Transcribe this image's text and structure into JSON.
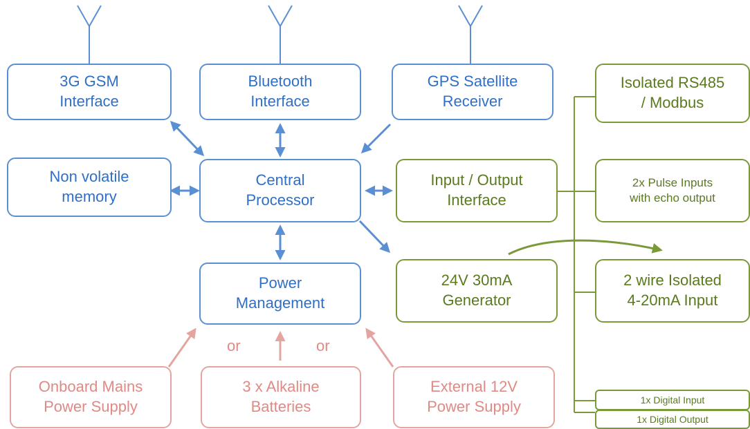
{
  "colors": {
    "blue": "#5b8fd4",
    "green": "#7a9a3a",
    "red": "#e4a5a1"
  },
  "nodes": {
    "gsm": "3G GSM\nInterface",
    "bluetooth": "Bluetooth\nInterface",
    "gps": "GPS Satellite\nReceiver",
    "memory": "Non volatile\nmemory",
    "cpu": "Central\nProcessor",
    "io": "Input / Output\nInterface",
    "power": "Power\nManagement",
    "generator": "24V 30mA\nGenerator",
    "rs485": "Isolated RS485\n/ Modbus",
    "pulse": "2x Pulse Inputs\nwith echo output",
    "analog": "2 wire Isolated\n4-20mA Input",
    "din": "1x Digital Input",
    "dout": "1x Digital Output",
    "mains": "Onboard Mains\nPower Supply",
    "alkaline": "3 x Alkaline\nBatteries",
    "ext12v": "External 12V\nPower Supply"
  },
  "or_labels": [
    "or",
    "or"
  ],
  "icons": [
    "antenna-icon",
    "arrow-icon"
  ]
}
